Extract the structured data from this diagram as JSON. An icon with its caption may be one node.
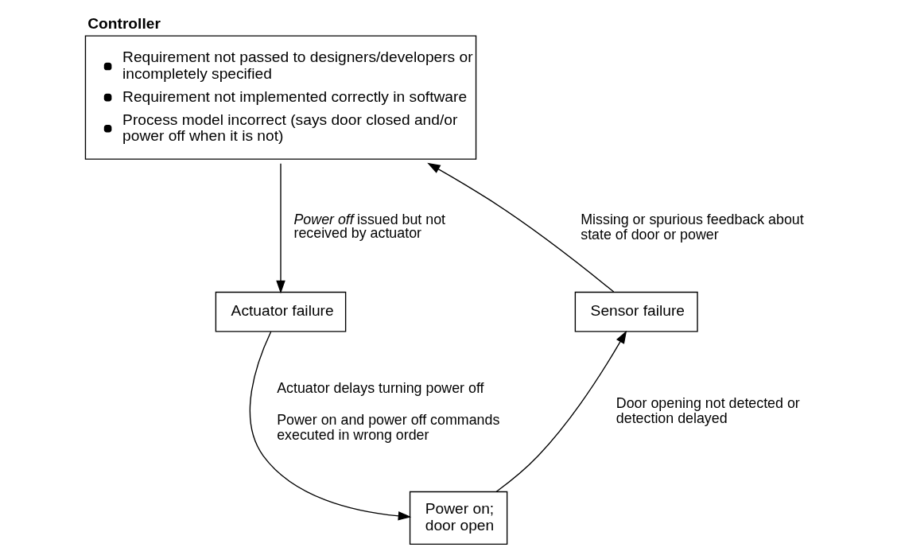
{
  "diagram": {
    "nodes": [
      {
        "text": [
          "Controller",
          "Requirement not passed to designers/developers or incompletely specified",
          "Requirement not implemented correctly in software",
          "Process model incorrect (says door closed and/or power off when it is not)"
        ]
      },
      {
        "text": [
          "Actuator failure"
        ]
      },
      {
        "text": [
          "Power on; door open"
        ]
      },
      {
        "text": [
          "Sensor failure"
        ]
      }
    ],
    "edges": [
      {
        "from": 0,
        "to": 1,
        "arrow": "to",
        "label": [
          "*Power off* issued but not received by actuator"
        ]
      },
      {
        "from": 1,
        "to": 2,
        "arrow": "to",
        "label": [
          "Actuator delays turning power off",
          "Power on and power off commands executed in wrong order"
        ]
      },
      {
        "from": 2,
        "to": 3,
        "arrow": "to",
        "label": [
          "Door opening not detected or detection delayed"
        ]
      },
      {
        "from": 3,
        "to": 0,
        "arrow": "to",
        "label": [
          "Missing or spurious feedback about state of door or power"
        ]
      }
    ]
  }
}
